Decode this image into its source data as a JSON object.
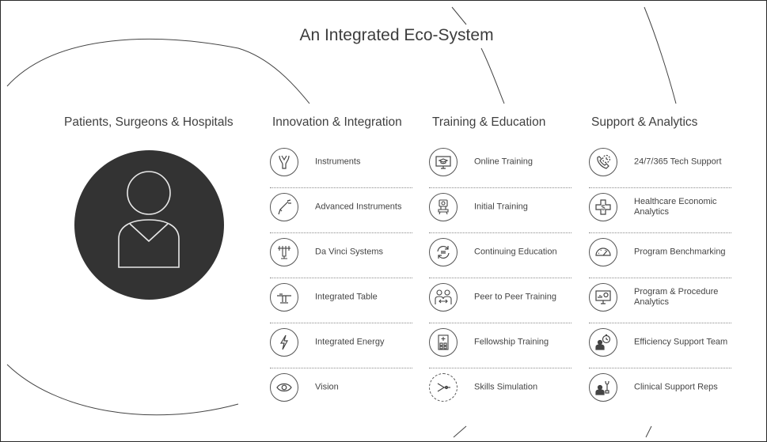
{
  "title": "An Integrated Eco-System",
  "patients": {
    "heading": "Patients, Surgeons & Hospitals",
    "icon": "person-icon"
  },
  "columns": [
    {
      "heading": "Innovation & Integration",
      "items": [
        {
          "label": "Instruments",
          "icon": "instruments-icon"
        },
        {
          "label": "Advanced Instruments",
          "icon": "advanced-instruments-icon"
        },
        {
          "label": "Da Vinci Systems",
          "icon": "da-vinci-systems-icon"
        },
        {
          "label": "Integrated Table",
          "icon": "integrated-table-icon"
        },
        {
          "label": "Integrated Energy",
          "icon": "lightning-icon"
        },
        {
          "label": "Vision",
          "icon": "eye-icon"
        }
      ]
    },
    {
      "heading": "Training & Education",
      "items": [
        {
          "label": "Online Training",
          "icon": "monitor-graduation-icon"
        },
        {
          "label": "Initial Training",
          "icon": "surgeon-console-icon"
        },
        {
          "label": "Continuing Education",
          "icon": "refresh-icon"
        },
        {
          "label": "Peer to Peer Training",
          "icon": "peer-exchange-icon"
        },
        {
          "label": "Fellowship Training",
          "icon": "hospital-icon"
        },
        {
          "label": "Skills Simulation",
          "icon": "simulation-icon"
        }
      ]
    },
    {
      "heading": "Support & Analytics",
      "items": [
        {
          "label": "24/7/365 Tech Support",
          "icon": "phone-clock-icon"
        },
        {
          "label": "Healthcare Economic Analytics",
          "icon": "medical-cross-dollar-icon"
        },
        {
          "label": "Program Benchmarking",
          "icon": "gauge-icon"
        },
        {
          "label": "Program & Procedure Analytics",
          "icon": "analytics-monitor-icon"
        },
        {
          "label": "Efficiency Support Team",
          "icon": "person-stopwatch-icon"
        },
        {
          "label": "Clinical Support Reps",
          "icon": "person-wrench-icon"
        }
      ]
    }
  ]
}
